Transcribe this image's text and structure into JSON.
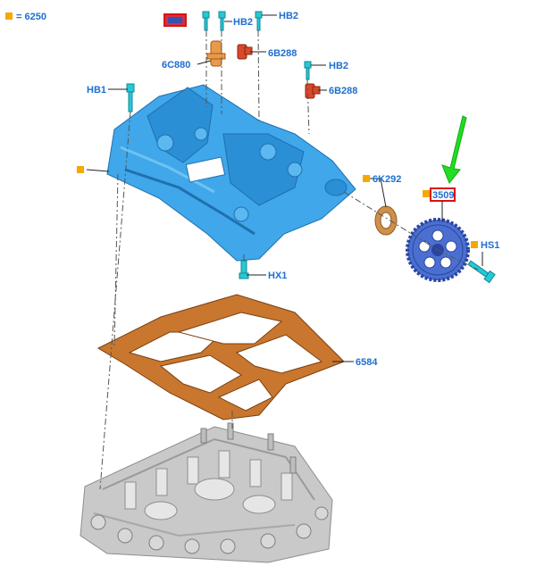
{
  "legend": {
    "text": "= 6250",
    "marker_color": "#f5a800"
  },
  "colors": {
    "label": "#1e6fd0",
    "cover": "#3fa7ea",
    "bolt": "#27c8d6",
    "sensor_red": "#d8482a",
    "sensor_orange": "#e89a4a",
    "gasket": "#c06a2a",
    "sprocket": "#4a6fd0",
    "seal": "#d0904a",
    "head": "#c8c8c8",
    "arrow": "#22dd22",
    "highlight_box": "#dd1111",
    "marker": "#f5a800"
  },
  "callouts": {
    "hb2_a": "HB2",
    "hb2_b": "HB2",
    "hb2_c": "HB2",
    "hb1": "HB1",
    "c6880": "6C880",
    "b6288_a": "6B288",
    "b6288_b": "6B288",
    "k6292": "6K292",
    "p3509": "3509",
    "hs1": "HS1",
    "hx1": "HX1",
    "p6584": "6584"
  }
}
